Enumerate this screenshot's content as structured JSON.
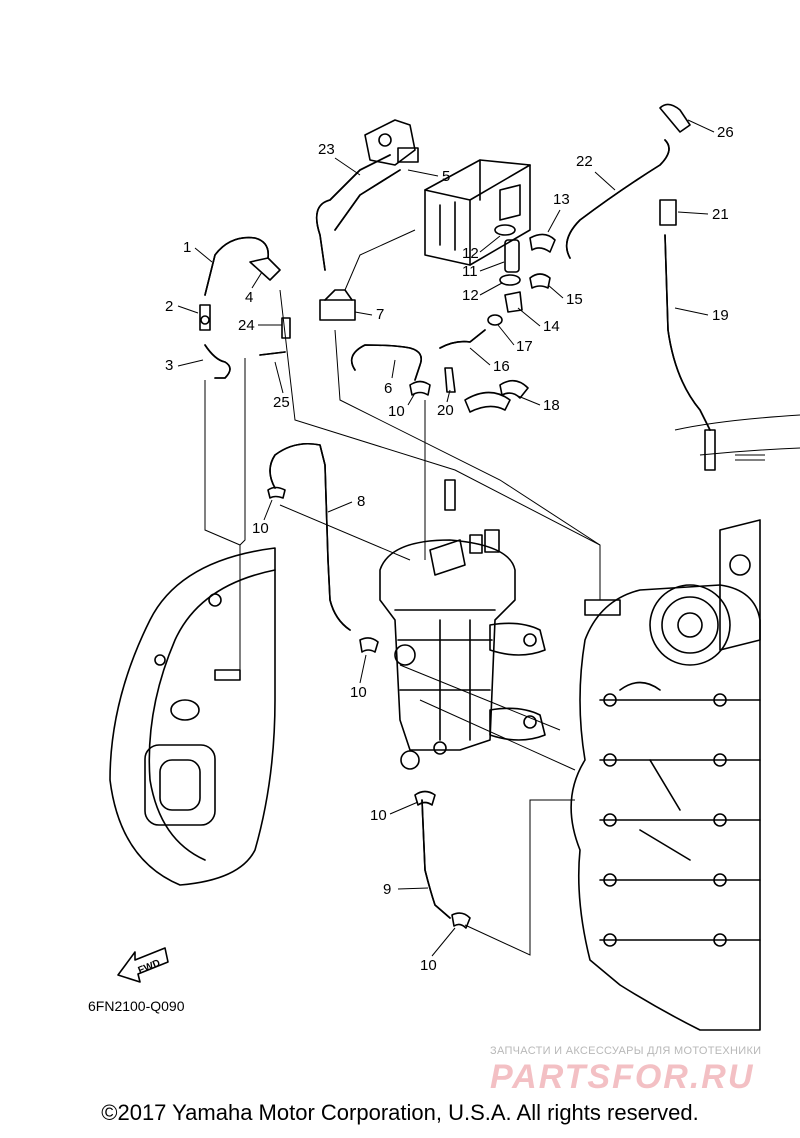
{
  "diagram": {
    "callouts": [
      "1",
      "2",
      "3",
      "4",
      "5",
      "6",
      "7",
      "8",
      "9",
      "10",
      "11",
      "12",
      "13",
      "14",
      "15",
      "16",
      "17",
      "18",
      "19",
      "20",
      "21",
      "22",
      "23",
      "24",
      "25",
      "26"
    ],
    "fwd_label": "FWD",
    "diagram_code": "6FN2100-Q090"
  },
  "watermark": {
    "tagline": "ЗАПЧАСТИ И АКСЕССУАРЫ ДЛЯ МОТОТЕХНИКИ",
    "brand": "PARTSFOR.RU"
  },
  "footer": {
    "copyright": "©2017 Yamaha Motor Corporation, U.S.A. All rights reserved."
  }
}
